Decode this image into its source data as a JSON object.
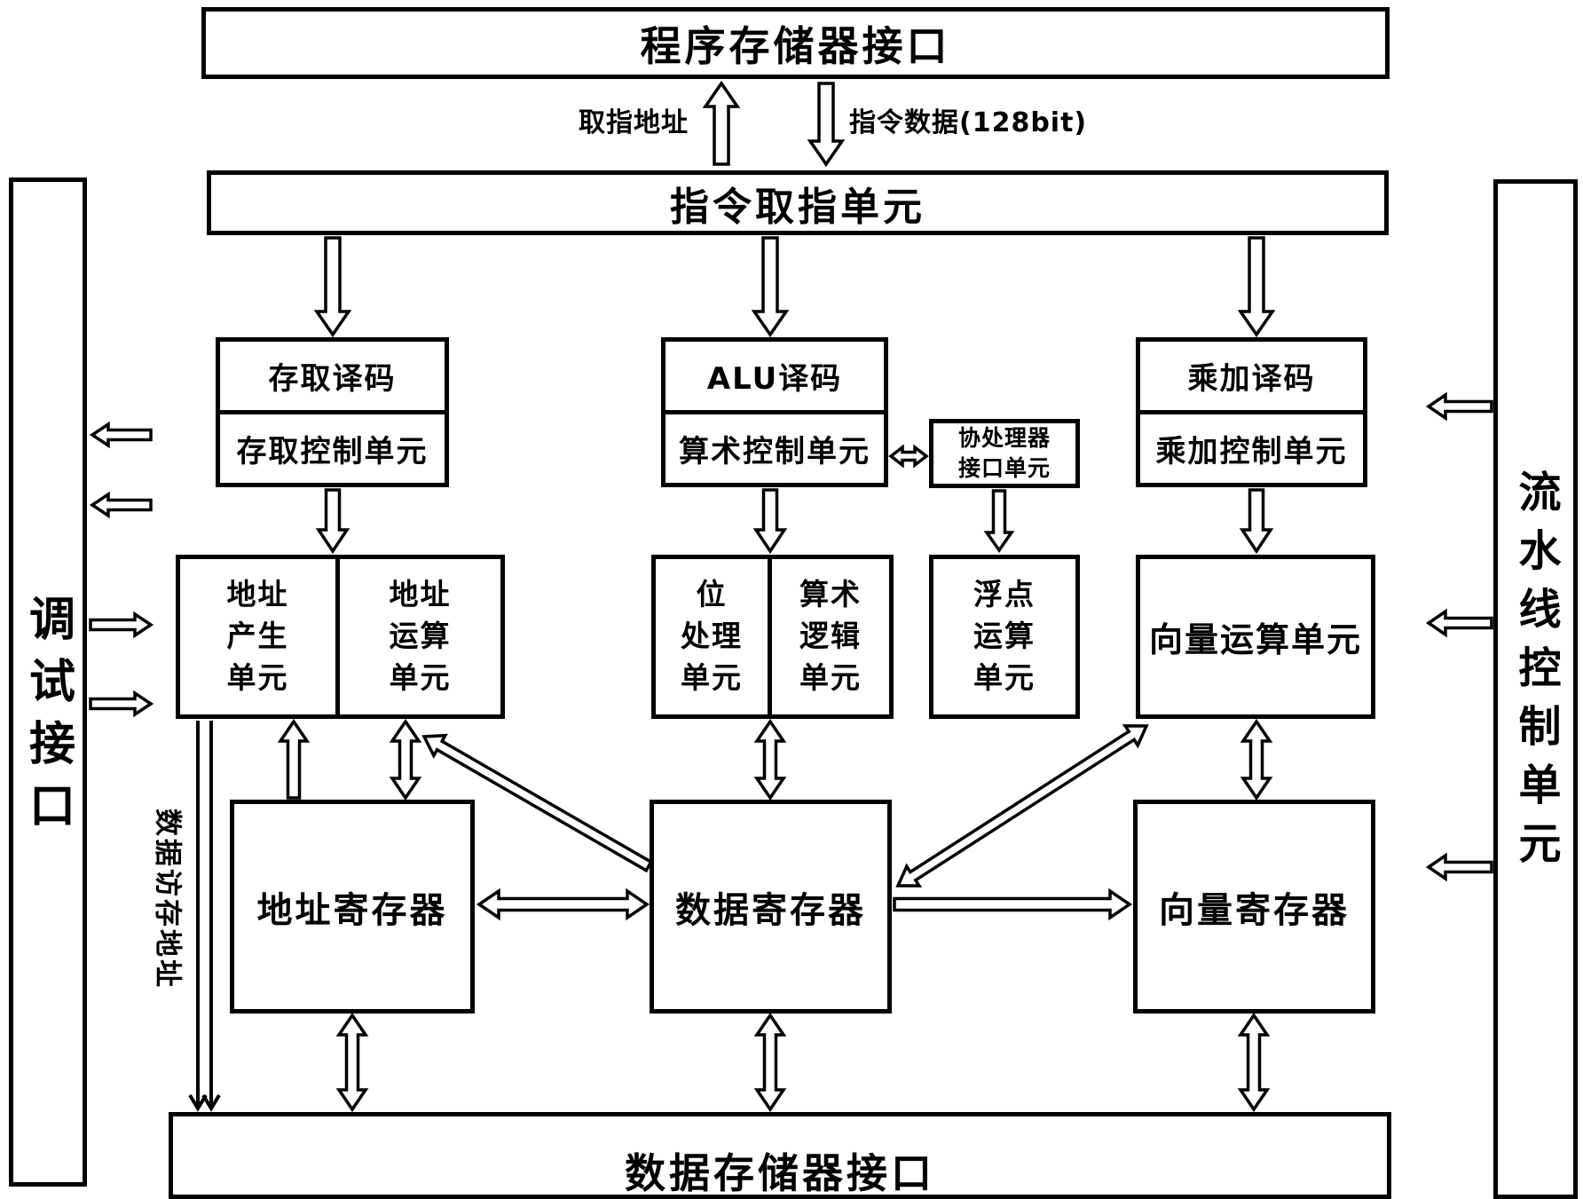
{
  "diagram": {
    "title_note": "DSP processor architecture block diagram",
    "top_bar": "程序存储器接口",
    "fetch_bar": "指令取指单元",
    "bottom_bar": "数据存储器接口",
    "left_bar": "调试接口",
    "right_bar": "流水线控制单元",
    "labels": {
      "fetch_address": "取指地址",
      "instruction_data": "指令数据(128bit)",
      "data_access_address": "数据访存地址"
    },
    "decode_blocks": {
      "access": {
        "decode": "存取译码",
        "control": "存取控制单元"
      },
      "alu": {
        "decode": "ALU译码",
        "control": "算术控制单元"
      },
      "mac": {
        "decode": "乘加译码",
        "control": "乘加控制单元"
      }
    },
    "coprocessor": {
      "line1": "协处理器",
      "line2": "接口单元"
    },
    "exec_units": {
      "addr_gen_lines": [
        "地址",
        "产生",
        "单元"
      ],
      "addr_calc_lines": [
        "地址",
        "运算",
        "单元"
      ],
      "bit_proc_lines": [
        "位",
        "处理",
        "单元"
      ],
      "alu_lines": [
        "算术",
        "逻辑",
        "单元"
      ],
      "fpu_lines": [
        "浮点",
        "运算",
        "单元"
      ],
      "vector_unit": "向量运算单元"
    },
    "registers": {
      "address": "地址寄存器",
      "data": "数据寄存器",
      "vector": "向量寄存器"
    },
    "colors": {
      "line": "#000000",
      "background": "#ffffff"
    }
  }
}
